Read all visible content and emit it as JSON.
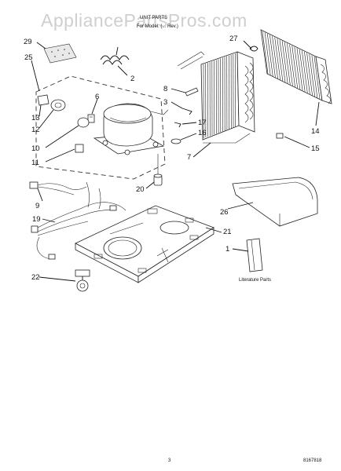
{
  "watermark": "AppliancePartsPros.com",
  "header": {
    "title": "UNIT PARTS",
    "subtitle": "For Model: (... Rev.)"
  },
  "callouts": [
    "29",
    "25",
    "2",
    "27",
    "8",
    "3",
    "6",
    "13",
    "12",
    "17",
    "16",
    "10",
    "11",
    "7",
    "14",
    "15",
    "20",
    "9",
    "26",
    "19",
    "21",
    "1",
    "22"
  ],
  "literature_label": "Literature Parts",
  "footer": {
    "page": "3",
    "code": "8167818"
  }
}
